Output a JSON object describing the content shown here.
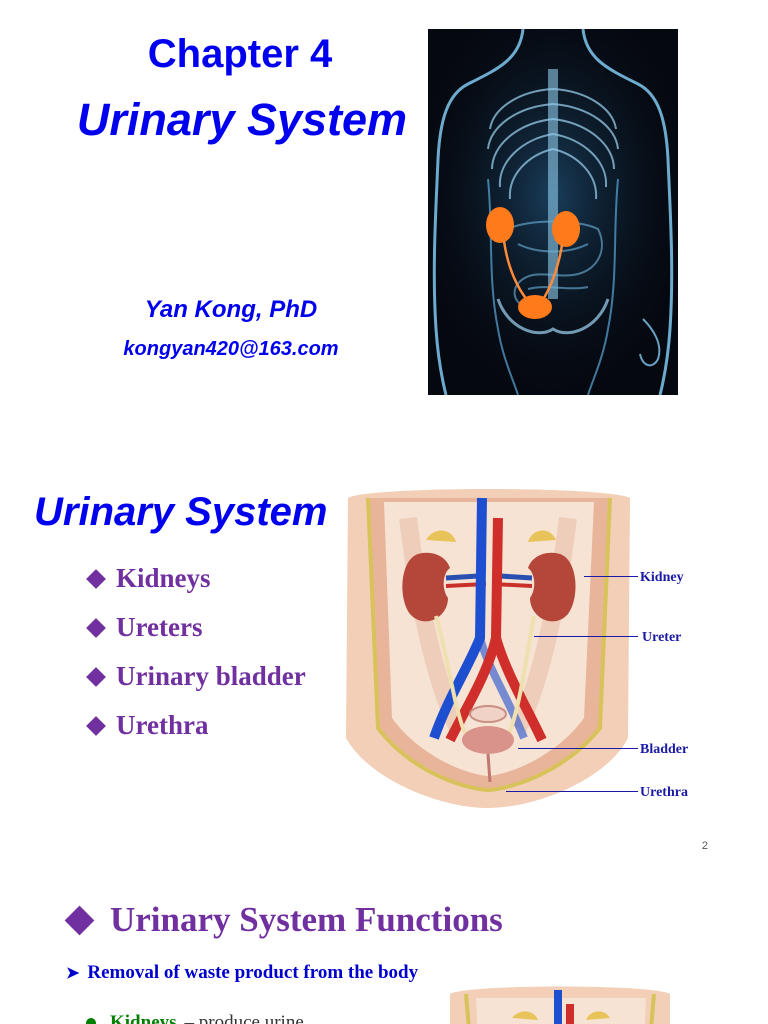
{
  "slide1": {
    "title": "Chapter 4",
    "subtitle": "Urinary System",
    "author": "Yan Kong, PhD",
    "email": "kongyan420@163.com"
  },
  "slide2": {
    "title": "Urinary System",
    "items": [
      "Kidneys",
      "Ureters",
      "Urinary bladder",
      "Urethra"
    ],
    "labels": {
      "kidney": "Kidney",
      "ureter": "Ureter",
      "bladder": "Bladder",
      "urethra": "Urethra"
    },
    "page_number": "2"
  },
  "slide3": {
    "title": "Urinary System Functions",
    "bullet": "Removal of waste product from the body",
    "sub_keyword": "Kidneys",
    "sub_rest": "– produce urine"
  },
  "colors": {
    "title_blue": "#0000ee",
    "purple": "#7030a0",
    "green": "#008000"
  }
}
